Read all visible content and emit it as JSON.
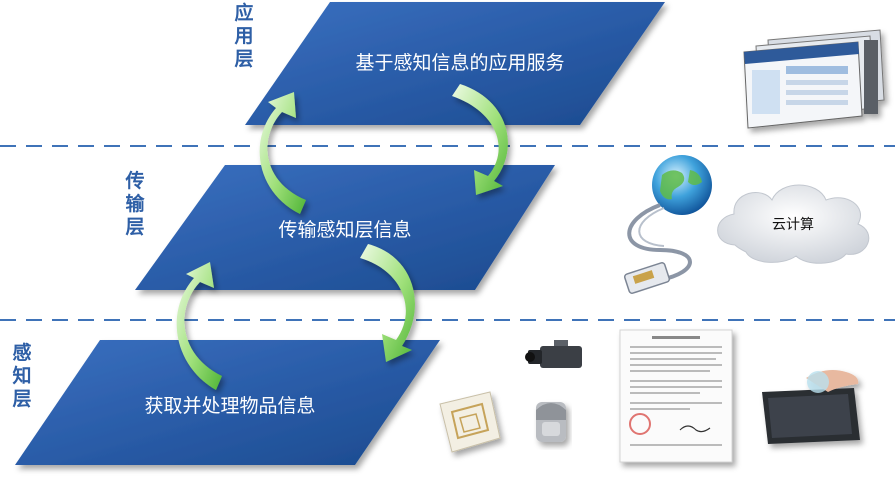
{
  "layers": {
    "app": {
      "label": "应用层",
      "box": "基于感知信息的应用服务"
    },
    "net": {
      "label": "传输层",
      "box": "传输感知层信息"
    },
    "sense": {
      "label": "感知层",
      "box": "获取并处理物品信息"
    }
  },
  "cloud": {
    "label": "云计算"
  },
  "colors": {
    "box_dark": "#1f4f95",
    "box_light": "#4a7fcb",
    "arrow_light": "#dff7d0",
    "arrow_dark": "#59c23f",
    "divider": "#3f73b8",
    "label": "#2e5fa6"
  },
  "icons": [
    "web-portal-screens-icon",
    "globe-network-cable-icon",
    "cloud-icon",
    "rfid-tag-icon",
    "camera-icon",
    "motion-sensor-icon",
    "document-icon",
    "touch-card-reader-icon"
  ]
}
